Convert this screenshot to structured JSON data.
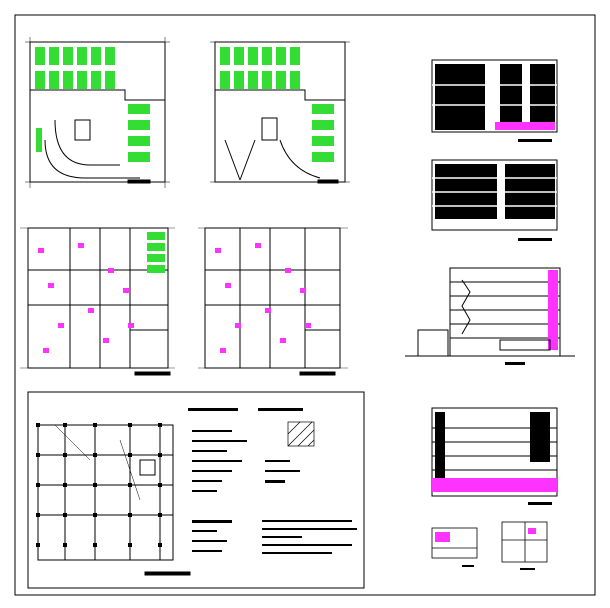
{
  "drawing": {
    "colors": {
      "ink": "#000000",
      "parking": "#33dd33",
      "furniture": "#ff33ff",
      "paper": "#ffffff"
    },
    "sheets": [
      {
        "id": "basement-parking-1",
        "kind": "parking-plan"
      },
      {
        "id": "basement-parking-2",
        "kind": "parking-plan"
      },
      {
        "id": "typical-floor-1",
        "kind": "floor-plan"
      },
      {
        "id": "typical-floor-2",
        "kind": "floor-plan"
      },
      {
        "id": "structural-foundation",
        "kind": "structural-plan"
      },
      {
        "id": "front-elevation",
        "kind": "elevation"
      },
      {
        "id": "side-elevation",
        "kind": "elevation"
      },
      {
        "id": "section-a",
        "kind": "section"
      },
      {
        "id": "section-b",
        "kind": "section"
      },
      {
        "id": "details",
        "kind": "detail-sheet"
      }
    ],
    "tiny_text": {
      "legend_title": "— — — —",
      "notes": "— — —"
    }
  }
}
